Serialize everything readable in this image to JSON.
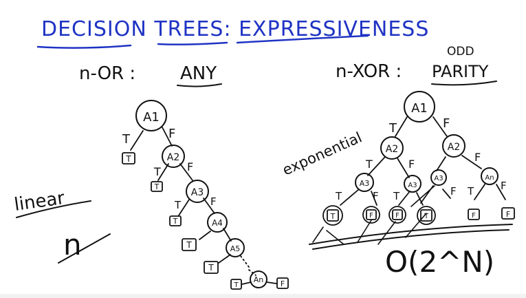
{
  "title": "DECISION TREES: EXPRESSIVENESS",
  "left": {
    "heading_prefix": "n-OR :",
    "heading_emph": "ANY",
    "side_label": "linear",
    "side_value": "n",
    "nodes": [
      "A1",
      "A2",
      "A3",
      "A4",
      "A5",
      "An"
    ],
    "edge_true": "T",
    "edge_false": "F",
    "leaf_true": "T",
    "leaf_false": "F"
  },
  "right": {
    "heading_prefix": "n-XOR :",
    "heading_emph": "PARITY",
    "heading_note": "ODD",
    "side_label": "exponential",
    "complexity": "O(2^N)",
    "nodes": [
      "A1",
      "A2",
      "A2",
      "A3",
      "A3",
      "A3",
      "An"
    ],
    "edge_true": "T",
    "edge_false": "F",
    "leaves": [
      "T",
      "F",
      "F",
      "T",
      "F",
      "F"
    ]
  },
  "colors": {
    "title_ink": "#1f33c4",
    "ink": "#111111",
    "background": "#ffffff"
  }
}
